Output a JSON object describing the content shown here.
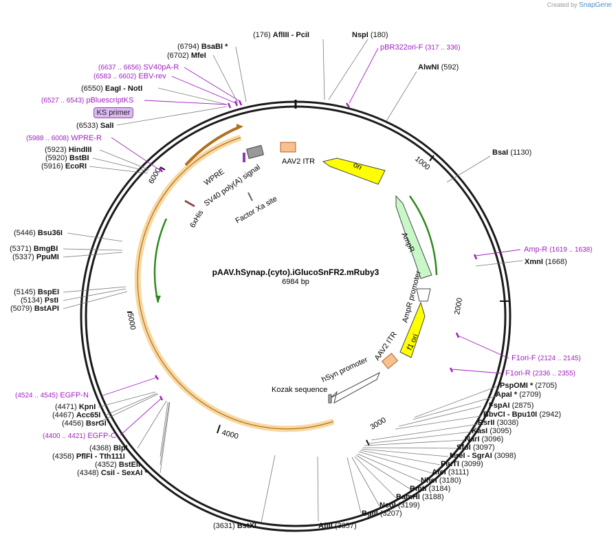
{
  "app": {
    "brand_prefix": "Created by",
    "brand_name": "SnapGene"
  },
  "plasmid": {
    "name": "pAAV.hSynap.(cyto).iGlucoSnFR2.mRuby3",
    "length": "6984 bp",
    "bp": 6984
  },
  "colors": {
    "primer": "#a020c0",
    "site": "#111111",
    "ori": "#ffff00",
    "itr": "#f8c08c",
    "amp": "#c8f8c8",
    "ruby_band": "#f8d8a0",
    "backbone": "#1a1a1a"
  },
  "scale_ticks": [
    "1000",
    "2000",
    "3000",
    "4000",
    "5000",
    "6000"
  ],
  "primer_box": "KS primer",
  "site_labels": [
    {
      "name": "AflIII",
      "pos": "(176)",
      "extra": "- PciI"
    },
    {
      "name": "NspI",
      "pos": "(180)"
    },
    {
      "name": "AlwNI",
      "pos": "(592)"
    },
    {
      "name": "BsaI",
      "pos": "(1130)"
    },
    {
      "name": "XmnI",
      "pos": "(1668)"
    },
    {
      "name": "PspOMI *",
      "pos": "(2705)"
    },
    {
      "name": "ApaI *",
      "pos": "(2709)"
    },
    {
      "name": "FspAI",
      "pos": "(2875)"
    },
    {
      "name": "BbvCI",
      "pos": "(2942)",
      "extra": "- Bpu10I"
    },
    {
      "name": "RsrII",
      "pos": "(3038)"
    },
    {
      "name": "KasI",
      "pos": "(3095)"
    },
    {
      "name": "NarI",
      "pos": "(3096)"
    },
    {
      "name": "SfoI",
      "pos": "(3097)"
    },
    {
      "name": "MreI",
      "pos": "(3098)",
      "extra": "- SgrAI"
    },
    {
      "name": "PluTI",
      "pos": "(3099)"
    },
    {
      "name": "AfeI",
      "pos": "(3111)"
    },
    {
      "name": "NheI",
      "pos": "(3180)"
    },
    {
      "name": "BmtI",
      "pos": "(3184)"
    },
    {
      "name": "BamHI",
      "pos": "(3188)"
    },
    {
      "name": "NcoI",
      "pos": "(3199)"
    },
    {
      "name": "BglII",
      "pos": "(3207)"
    },
    {
      "name": "AflII",
      "pos": "(3357)"
    },
    {
      "name": "BstXI",
      "pos": "(3631)"
    },
    {
      "name": "CsiI",
      "pos": "(4348)",
      "extra": "- SexAI *"
    },
    {
      "name": "BstEII",
      "pos": "(4352)"
    },
    {
      "name": "PflFI",
      "pos": "(4358)",
      "extra": "- Tth111I"
    },
    {
      "name": "BlpI",
      "pos": "(4368)"
    },
    {
      "name": "BsrGI",
      "pos": "(4456)"
    },
    {
      "name": "Acc65I",
      "pos": "(4467)"
    },
    {
      "name": "KpnI",
      "pos": "(4471)"
    },
    {
      "name": "BstAPI",
      "pos": "(5079)"
    },
    {
      "name": "PstI",
      "pos": "(5134)"
    },
    {
      "name": "BspEI",
      "pos": "(5145)"
    },
    {
      "name": "PpuMI",
      "pos": "(5337)"
    },
    {
      "name": "BmgBI",
      "pos": "(5371)"
    },
    {
      "name": "Bsu36I",
      "pos": "(5446)"
    },
    {
      "name": "EcoRI",
      "pos": "(5916)"
    },
    {
      "name": "BstBI",
      "pos": "(5920)"
    },
    {
      "name": "HindIII",
      "pos": "(5923)"
    },
    {
      "name": "SalI",
      "pos": "(6533)"
    },
    {
      "name": "EagI",
      "pos": "(6550)",
      "extra": "- NotI"
    },
    {
      "name": "MfeI",
      "pos": "(6702)"
    },
    {
      "name": "BsaBI *",
      "pos": "(6794)"
    }
  ],
  "primer_labels": [
    {
      "name": "pBR322ori-F",
      "range": "(317 .. 336)"
    },
    {
      "name": "Amp-R",
      "range": "(1619 .. 1638)"
    },
    {
      "name": "F1ori-F",
      "range": "(2124 .. 2145)"
    },
    {
      "name": "F1ori-R",
      "range": "(2336 .. 2355)"
    },
    {
      "name": "EGFP-N",
      "range": "(4524 .. 4545)"
    },
    {
      "name": "EGFP-C",
      "range": "(4400 .. 4421)"
    },
    {
      "name": "WPRE-R",
      "range": "(5988 .. 6008)"
    },
    {
      "name": "pBluescriptKS",
      "range": "(6527 .. 6543)"
    },
    {
      "name": "EBV-rev",
      "range": "(6583 .. 6602)"
    },
    {
      "name": "SV40pA-R",
      "range": "(6637 .. 6656)"
    }
  ],
  "feature_labels": [
    "AAV2 ITR",
    "ori",
    "AmpR",
    "AmpR promoter",
    "f1 ori",
    "AAV2 ITR",
    "hSyn promoter",
    "Kozak sequence",
    "WPRE",
    "SV40 poly(A) signal",
    "6xHis",
    "Factor Xa site"
  ]
}
